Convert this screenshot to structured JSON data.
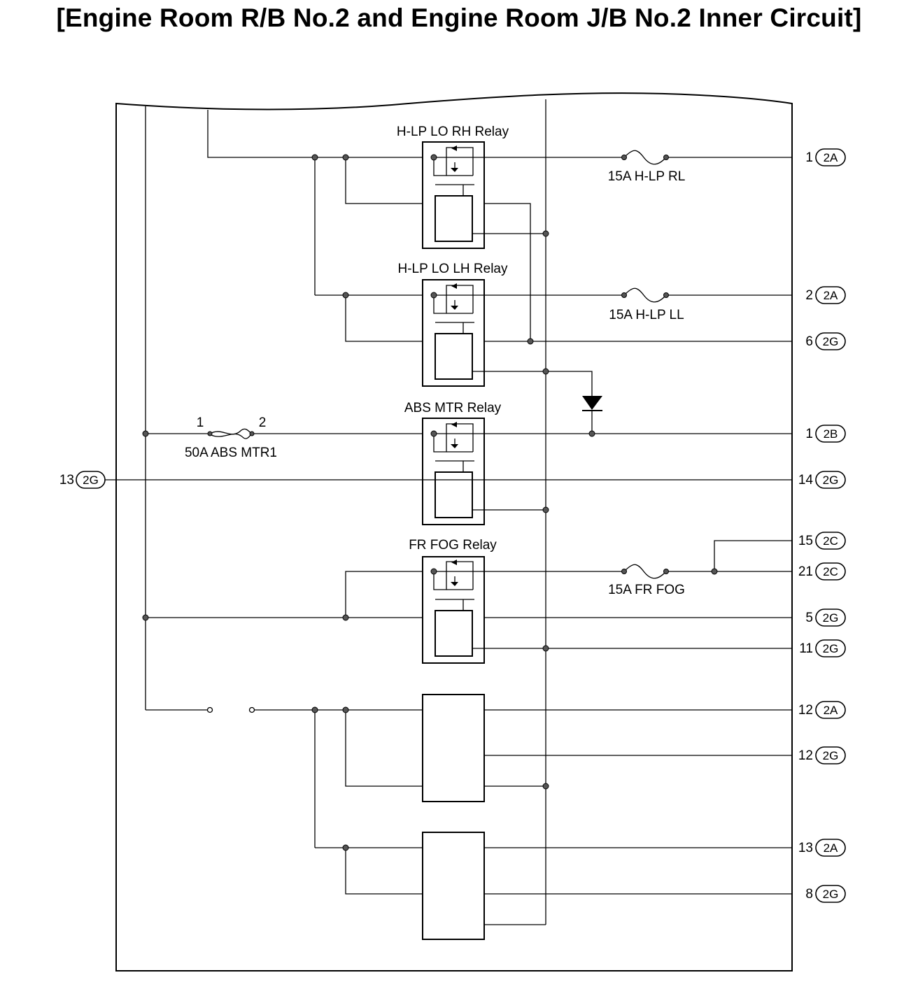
{
  "title": "[Engine Room R/B No.2 and Engine Room J/B No.2 Inner Circuit]",
  "relays": [
    {
      "id": "hlp-lo-rh",
      "label": "H-LP LO RH Relay"
    },
    {
      "id": "hlp-lo-lh",
      "label": "H-LP LO LH Relay"
    },
    {
      "id": "abs-mtr",
      "label": "ABS MTR Relay"
    },
    {
      "id": "fr-fog",
      "label": "FR FOG Relay"
    }
  ],
  "fuses": [
    {
      "id": "hlp-rl",
      "label": "15A H-LP RL"
    },
    {
      "id": "hlp-ll",
      "label": "15A H-LP LL"
    },
    {
      "id": "fr-fog",
      "label": "15A FR FOG"
    },
    {
      "id": "abs-mtr1",
      "label": "50A ABS MTR1",
      "pin_left": "1",
      "pin_right": "2"
    }
  ],
  "terminals_right": [
    {
      "pin": "1",
      "connector": "2A"
    },
    {
      "pin": "2",
      "connector": "2A"
    },
    {
      "pin": "6",
      "connector": "2G"
    },
    {
      "pin": "1",
      "connector": "2B"
    },
    {
      "pin": "14",
      "connector": "2G"
    },
    {
      "pin": "15",
      "connector": "2C"
    },
    {
      "pin": "21",
      "connector": "2C"
    },
    {
      "pin": "5",
      "connector": "2G"
    },
    {
      "pin": "11",
      "connector": "2G"
    },
    {
      "pin": "12",
      "connector": "2A"
    },
    {
      "pin": "12",
      "connector": "2G"
    },
    {
      "pin": "13",
      "connector": "2A"
    },
    {
      "pin": "8",
      "connector": "2G"
    }
  ],
  "terminal_left": {
    "pin": "13",
    "connector": "2G"
  }
}
